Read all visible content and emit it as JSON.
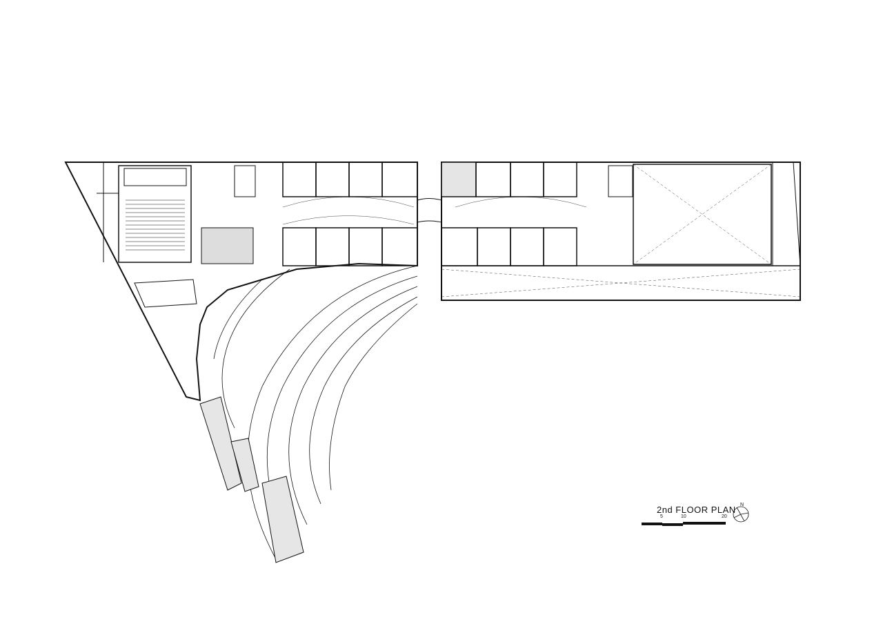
{
  "drawing": {
    "title": "2nd FLOOR PLAN",
    "scale_bar": {
      "ticks": [
        "5",
        "10",
        "20"
      ]
    },
    "north_label": "N",
    "line_color": "#111111",
    "background": "#ffffff"
  }
}
